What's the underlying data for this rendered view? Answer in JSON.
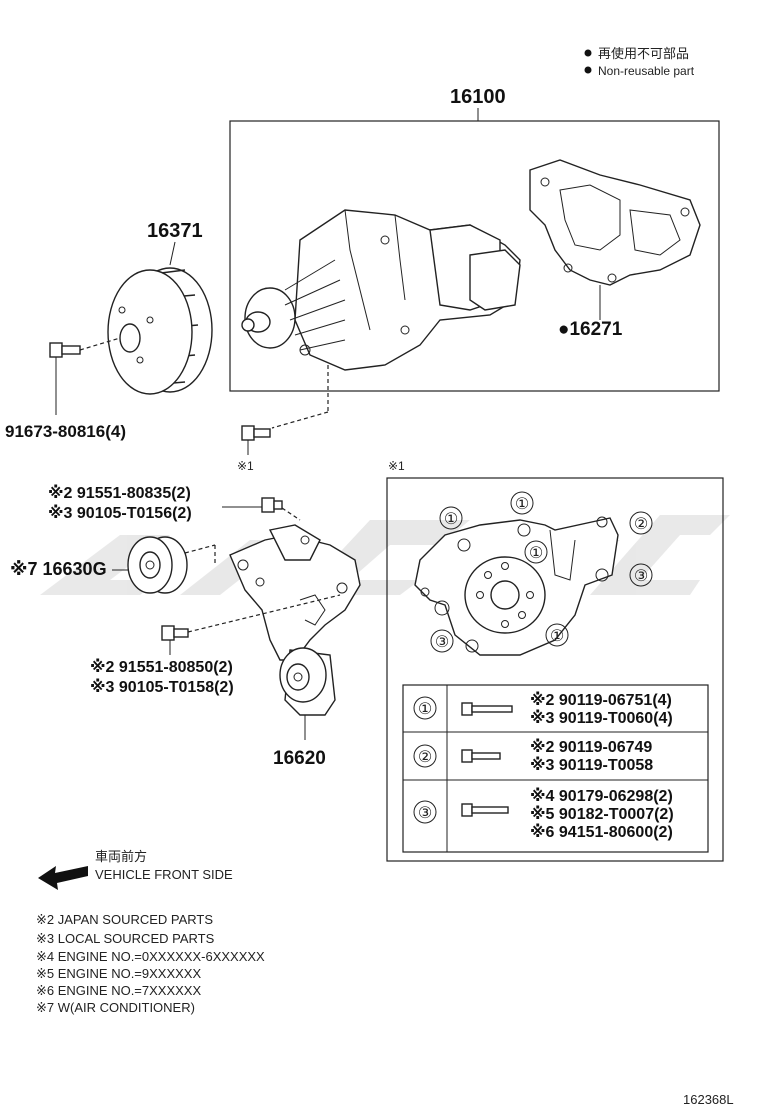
{
  "legend": {
    "jp": "再使用不可部品",
    "en": "Non-reusable part"
  },
  "parts": {
    "water_pump_assy": "16100",
    "pulley": "16371",
    "gasket": "●16271",
    "pulley_bolt": "91673-80816(4)",
    "idler_bolt_a1": "※2 91551-80835(2)",
    "idler_bolt_a2": "※3 90105-T0156(2)",
    "idler_pulley": "※7 16630G",
    "bracket_bolt_b1": "※2 91551-80850(2)",
    "bracket_bolt_b2": "※3 90105-T0158(2)",
    "tensioner": "16620",
    "ref_note_left": "※1",
    "ref_note_box": "※1"
  },
  "detail": {
    "callouts": [
      "①",
      "①",
      "①",
      "①",
      "②",
      "③",
      "③"
    ],
    "table": [
      {
        "key": "①",
        "lines": [
          "※2 90119-06751(4)",
          "※3 90119-T0060(4)"
        ]
      },
      {
        "key": "②",
        "lines": [
          "※2 90119-06749",
          "※3 90119-T0058"
        ]
      },
      {
        "key": "③",
        "lines": [
          "※4 90179-06298(2)",
          "※5 90182-T0007(2)",
          "※6 94151-80600(2)"
        ]
      }
    ]
  },
  "direction": {
    "jp": "車両前方",
    "en": "VEHICLE FRONT SIDE"
  },
  "notes": [
    "※2 JAPAN SOURCED PARTS",
    "※3 LOCAL SOURCED PARTS",
    "※4 ENGINE NO.=0XXXXXX-6XXXXXX",
    "※5 ENGINE NO.=9XXXXXX",
    "※6 ENGINE NO.=7XXXXXX",
    "※7 W(AIR CONDITIONER)"
  ],
  "figure_id": "162368L"
}
